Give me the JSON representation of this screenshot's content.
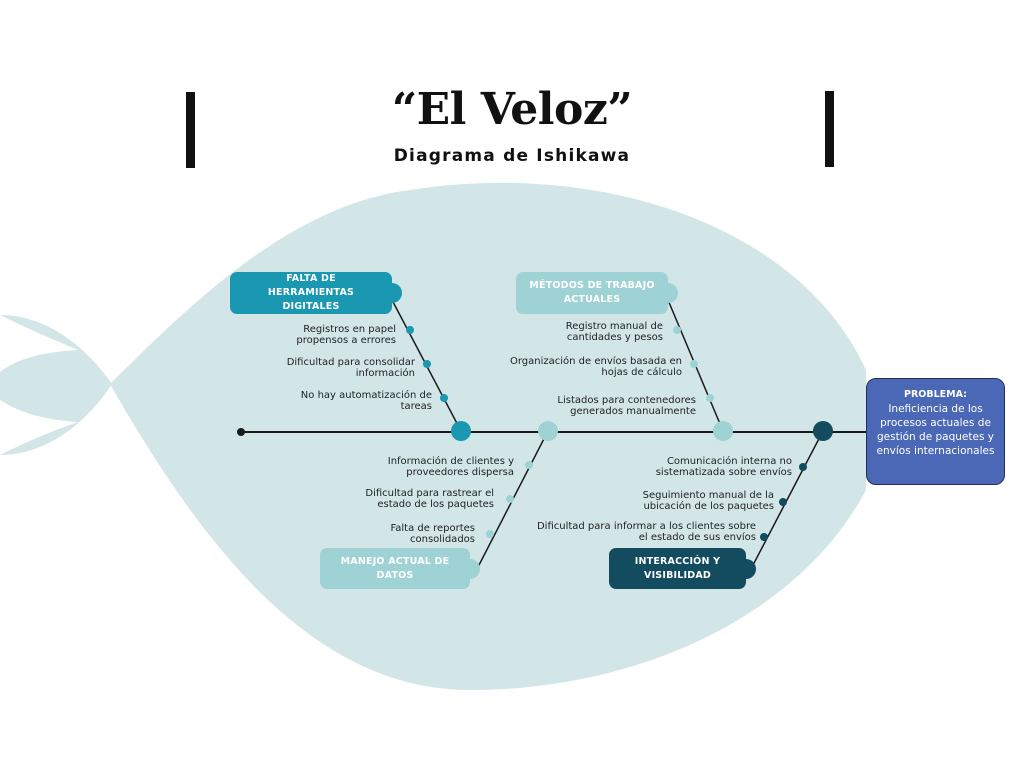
{
  "header": {
    "title": "“El Veloz”",
    "subtitle": "Diagrama de Ishikawa"
  },
  "colors": {
    "body": "#d3e6e7",
    "spine": "#1a1a1a",
    "falta": "#1a97b1",
    "metodos": "#9fd2d4",
    "manejo": "#9fd2d4",
    "interaccion": "#134b5f",
    "problem": "#4a68b5"
  },
  "categories": {
    "falta": {
      "label": "FALTA DE HERRAMIENTAS DIGITALES",
      "causes": [
        "Registros en papel propensos a errores",
        "Dificultad para consolidar información",
        "No hay automatización de tareas"
      ]
    },
    "metodos": {
      "label": "MÉTODOS DE TRABAJO ACTUALES",
      "causes": [
        "Registro manual de cantidades y pesos",
        "Organización de envíos basada en hojas de cálculo",
        "Listados para contenedores generados manualmente"
      ]
    },
    "manejo": {
      "label": "MANEJO ACTUAL DE DATOS",
      "causes": [
        "Información de clientes y proveedores dispersa",
        "Dificultad para rastrear el estado de los paquetes",
        "Falta de reportes consolidados"
      ]
    },
    "interaccion": {
      "label": "INTERACCIÓN Y VISIBILIDAD",
      "causes": [
        "Comunicación interna no sistematizada sobre envíos",
        "Seguimiento manual de la ubicación de los paquetes",
        "Dificultad para informar a los clientes sobre el estado de sus envíos"
      ]
    }
  },
  "problem": {
    "heading": "PROBLEMA:",
    "text": "Ineficiencia de los procesos actuales de gestión de paquetes y envíos internacionales"
  }
}
